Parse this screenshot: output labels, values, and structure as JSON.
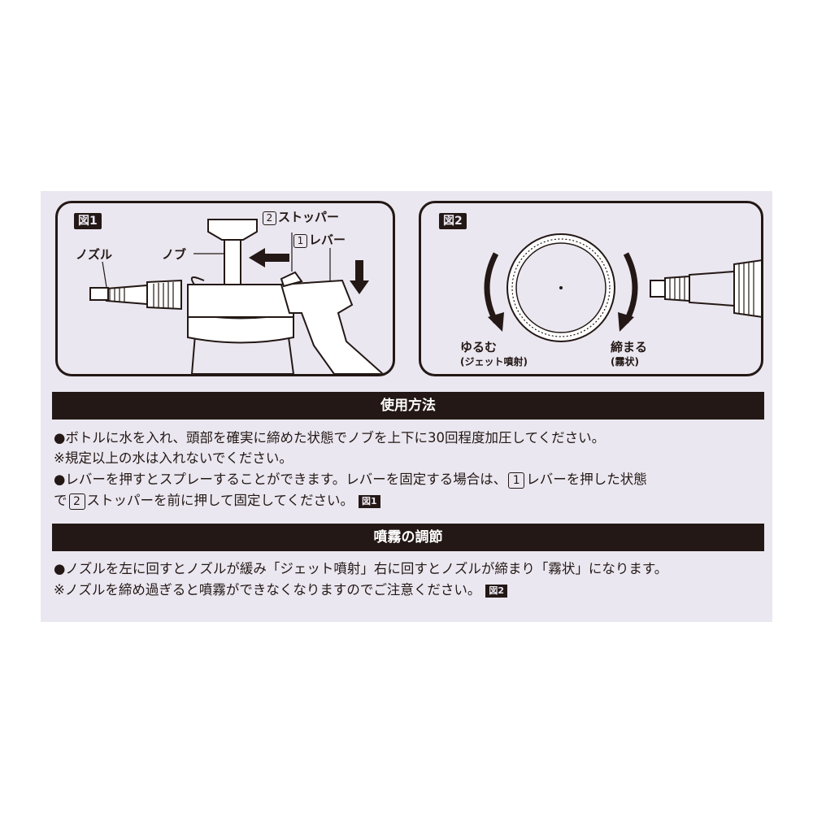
{
  "fig1": {
    "tag": "図1",
    "labels": {
      "nozzle": "ノズル",
      "knob": "ノブ",
      "stopper_num": "2",
      "stopper": "ストッパー",
      "lever_num": "1",
      "lever": "レバー"
    }
  },
  "fig2": {
    "tag": "図2",
    "loosen": "ゆるむ",
    "loosen_sub": "(ジェット噴射)",
    "tighten": "締まる",
    "tighten_sub": "(霧状)"
  },
  "usage": {
    "header": "使用方法",
    "line1": "●ボトルに水を入れ、頭部を確実に締めた状態でノブを上下に30回程度加圧してください。",
    "line2": "※規定以上の水は入れないでください。",
    "line3_a": "●レバーを押すとスプレーすることができます。レバーを固定する場合は、",
    "line3_num": "1",
    "line3_b": "レバーを押した状態",
    "line4_a": "で",
    "line4_num": "2",
    "line4_b": "ストッパーを前に押して固定してください。",
    "line4_tag": "図1"
  },
  "adjust": {
    "header": "噴霧の調節",
    "line1": "●ノズルを左に回すとノズルが緩み「ジェット噴射」右に回すとノズルが締まり「霧状」になります。",
    "line2": "※ノズルを締め過ぎると噴霧ができなくなりますのでご注意ください。",
    "line2_tag": "図2"
  }
}
